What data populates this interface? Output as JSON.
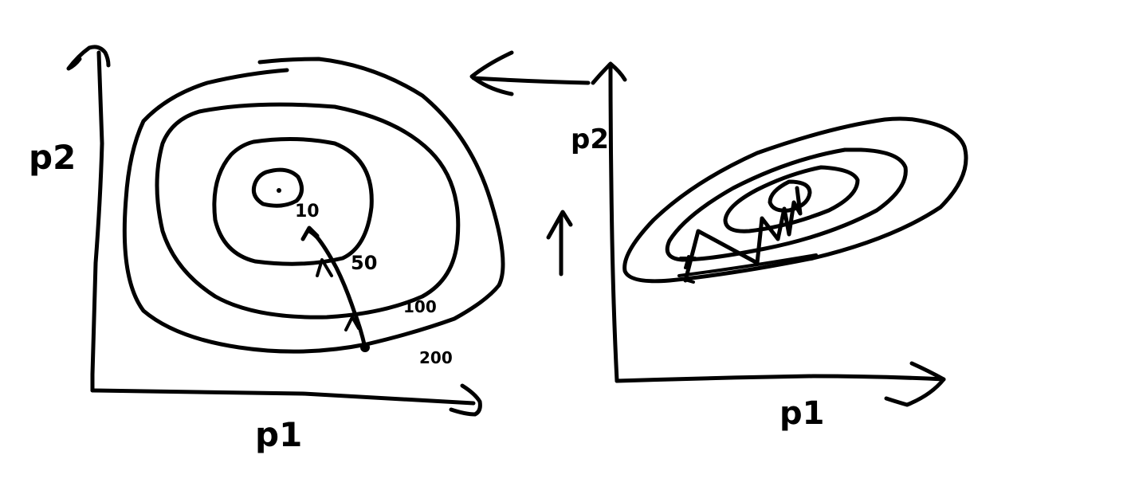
{
  "colors": {
    "background": "#ffffff",
    "ink": "#000000"
  },
  "left_panel": {
    "x_axis_label": "p1",
    "y_axis_label": "p2",
    "contour_labels": [
      "10",
      "50",
      "100",
      "200"
    ],
    "arrow": "gradient-descent-path-arrow"
  },
  "right_panel": {
    "x_axis_label": "p1",
    "y_axis_label": "p2",
    "path": "zigzag-descent-path"
  },
  "annotations": {
    "top_arrow": "left-arrow",
    "middle_arrow": "up-arrow"
  }
}
